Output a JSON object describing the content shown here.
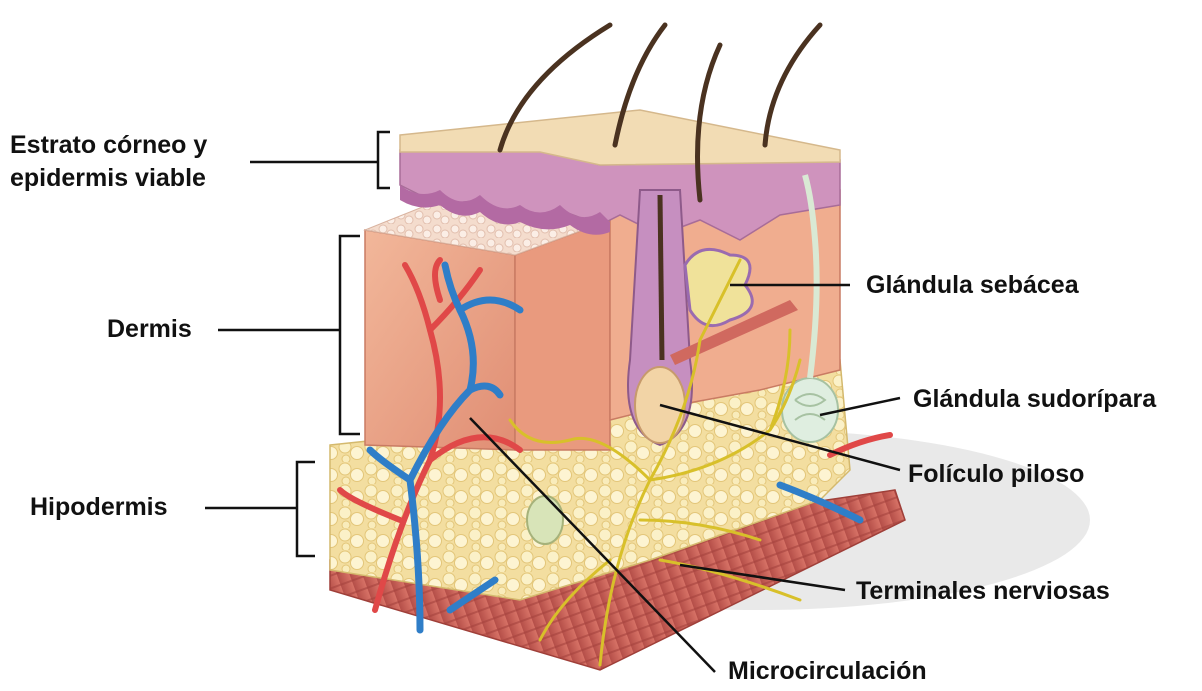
{
  "labels": {
    "estrato_line1": "Estrato córneo y",
    "estrato_line2": "epidermis viable",
    "dermis": "Dermis",
    "hipodermis": "Hipodermis",
    "glandula_sebacea": "Glándula sebácea",
    "glandula_sudoripara": "Glándula sudorípara",
    "foliculo_piloso": "Folículo piloso",
    "terminales_nerviosas": "Terminales nerviosas",
    "microcirculacion": "Microcirculación"
  },
  "colors": {
    "text": "#111111",
    "skin_surface": "#f1d9b2",
    "epidermis": "#c98fb8",
    "dermis": "#e9a68a",
    "fat": "#f6e6ad",
    "muscle": "#c9615a",
    "artery": "#e04848",
    "vein": "#2f7ec8",
    "nerve": "#d8c02a"
  }
}
